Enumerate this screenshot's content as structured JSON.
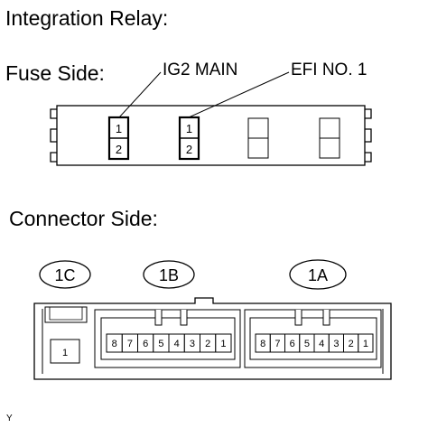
{
  "title": "Integration Relay:",
  "fuse_side": {
    "heading": "Fuse Side:",
    "fuses": [
      {
        "name": "IG2 MAIN",
        "pins": [
          "1",
          "2"
        ]
      },
      {
        "name": "EFI NO. 1",
        "pins": [
          "1",
          "2"
        ]
      }
    ]
  },
  "connector_side": {
    "heading": "Connector Side:",
    "connectors": [
      {
        "id": "1C",
        "pins": [
          "1"
        ]
      },
      {
        "id": "1B",
        "pins": [
          "8",
          "7",
          "6",
          "5",
          "4",
          "3",
          "2",
          "1"
        ]
      },
      {
        "id": "1A",
        "pins": [
          "8",
          "7",
          "6",
          "5",
          "4",
          "3",
          "2",
          "1"
        ]
      }
    ]
  },
  "figure_code": "Y"
}
